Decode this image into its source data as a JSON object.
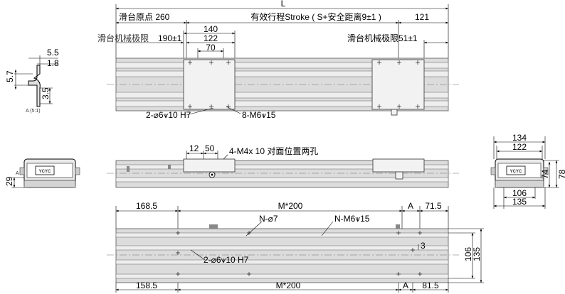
{
  "top_view": {
    "overall_length": "L",
    "slide_origin": "滑台原点 260",
    "effective_stroke": "有效行程Stroke ( S+安全距离9±1 )",
    "right_dim": "121",
    "mech_limit_left": "滑台机械极限",
    "mech_limit_left_value": "190±1",
    "dim_140": "140",
    "dim_122": "122",
    "dim_70": "70",
    "mech_limit_right": "滑台机械极限51±1",
    "pin_hole_note": "2-⌀6⩛10 H7",
    "tap_hole_note": "8-M6⩛15"
  },
  "profile_section": {
    "dim_5_5": "5.5",
    "dim_1_8": "1.8",
    "dim_5_7": "5.7",
    "dim_3_5": "3.5",
    "scale_label": "A (5:1)"
  },
  "left_end_view": {
    "dim_29": "29",
    "marker_a": "A",
    "logo": "YCYC"
  },
  "front_view": {
    "dim_12": "12",
    "dim_50": "50",
    "hole_note": "4-M4x 10 对面位置两孔"
  },
  "right_end_view": {
    "dim_134": "134",
    "dim_122": "122",
    "dim_74": "74",
    "dim_78": "78",
    "dim_106": "106",
    "dim_135": "135",
    "logo": "YCYC"
  },
  "bottom_view": {
    "top_left_dim": "168.5",
    "top_pitch": "M*200",
    "top_a": "A",
    "top_right_dim": "71.5",
    "n_hole": "N-⌀7",
    "n_tap": "N-M6⩛15",
    "pin_hole_note": "2-⌀6⩛10 H7",
    "dim_3": "3",
    "dim_106": "106",
    "dim_135": "135",
    "bottom_left_dim": "158.5",
    "bottom_pitch": "M*200",
    "bottom_a": "A",
    "bottom_right_dim": "81.5"
  }
}
